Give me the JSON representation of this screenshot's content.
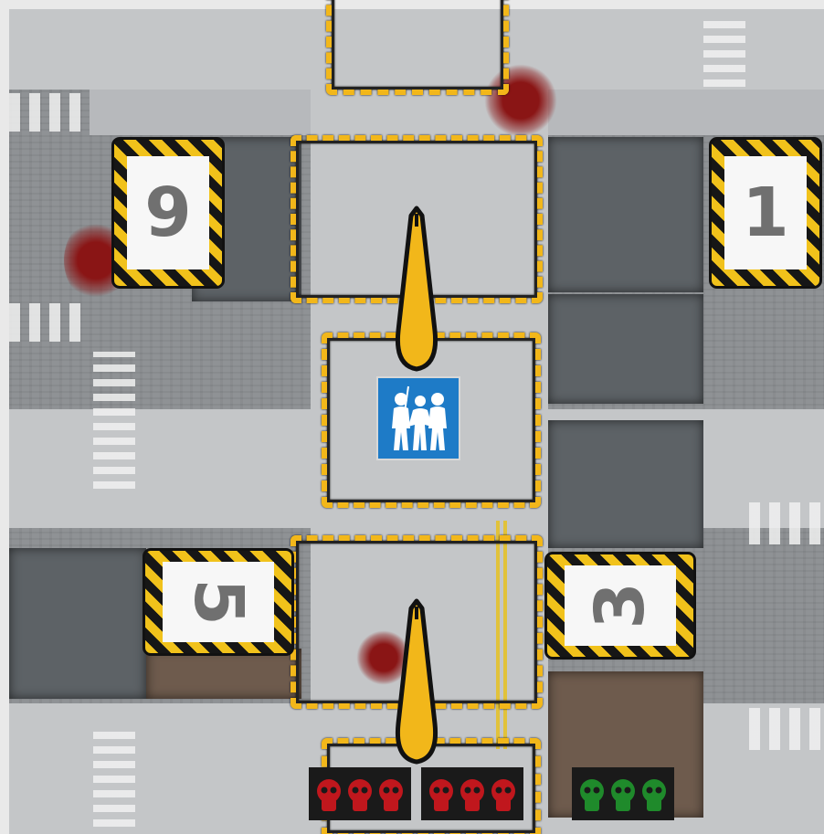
{
  "board": {
    "objectives": [
      {
        "id": "9",
        "label": "9"
      },
      {
        "id": "1",
        "label": "1"
      },
      {
        "id": "5",
        "label": "5"
      },
      {
        "id": "3",
        "label": "3"
      }
    ],
    "survivor_start": {
      "icon": "survivors-group-icon"
    },
    "exits": [
      {
        "icon": "exit-arrow-icon",
        "color": "#f2b71a"
      },
      {
        "icon": "exit-arrow-icon",
        "color": "#f2b71a"
      }
    ],
    "spawn_zones": [
      {
        "color": "#c0171d",
        "icon": "zombie-spawn-icon"
      },
      {
        "color": "#c0171d",
        "icon": "zombie-spawn-icon"
      },
      {
        "color": "#1f8a2b",
        "icon": "zombie-spawn-icon"
      }
    ],
    "colors": {
      "zone_dashes": "#f2b71a",
      "hazard_stripe": "#f1c21b",
      "survivor_token": "#1e7bc7"
    }
  }
}
